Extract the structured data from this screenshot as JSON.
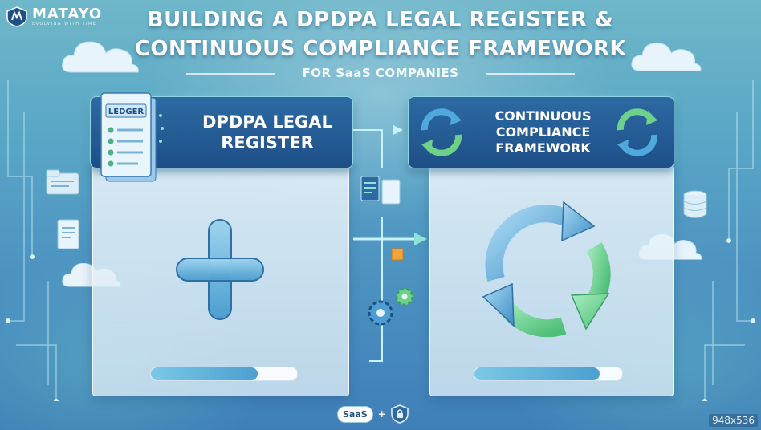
{
  "brand": {
    "name": "MATAYO",
    "tagline": "EVOLVING WITH TIME"
  },
  "title": {
    "line1": "BUILDING A DPDPA LEGAL REGISTER &",
    "line2": "CONTINUOUS COMPLIANCE FRAMEWORK",
    "subtitle": "FOR SaaS COMPANIES"
  },
  "left_card": {
    "ledger_label": "LEDGER",
    "heading": "DPDPA LEGAL REGISTER",
    "progress": 0.73
  },
  "right_card": {
    "heading": "CONTINUOUS COMPLIANCE FRAMEWORK",
    "progress": 0.85
  },
  "bottom": {
    "saas_label": "SaaS",
    "plus": "+"
  },
  "size_label": "948x536",
  "colors": {
    "header": "#1e4f87",
    "accent_green": "#6fd08a",
    "accent_blue": "#4c9fd0"
  }
}
